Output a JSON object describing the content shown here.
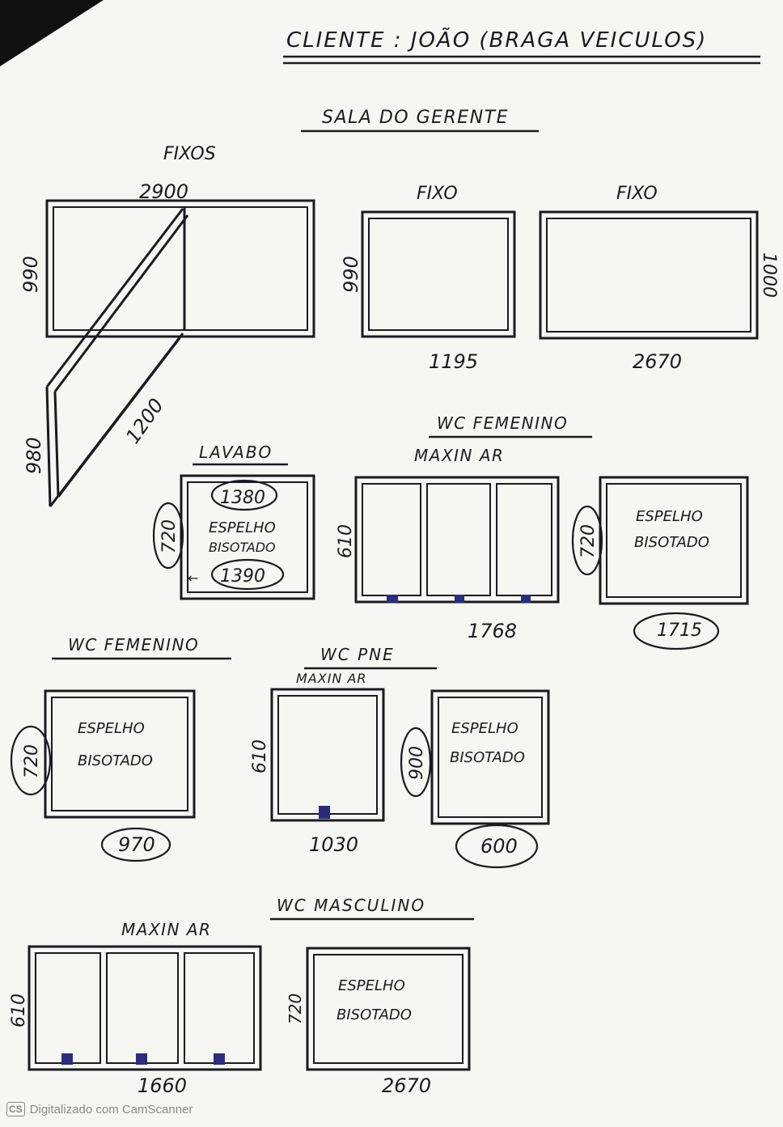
{
  "header": {
    "title": "CLIENTE : JOÃO (BRAGA VEICULOS)"
  },
  "sala": {
    "title": "SALA DO GERENTE",
    "fixos_label": "FIXOS",
    "fixos_width": "2900",
    "fixos_height": "990",
    "fixos_lower_height": "980",
    "fixos_diagonal": "1200",
    "fixo1_label": "FIXO",
    "fixo1_height": "990",
    "fixo1_width": "1195",
    "fixo2_label": "FIXO",
    "fixo2_height": "1000",
    "fixo2_width": "2670"
  },
  "lavabo": {
    "title": "LAVABO",
    "top_measure": "1380",
    "line1": "ESPELHO",
    "line2": "BISOTADO",
    "bottom_measure": "1390",
    "height": "720"
  },
  "wc_feminino_top": {
    "title": "WC FEMENINO",
    "maxin_label": "MAXIN AR",
    "maxin_height": "610",
    "maxin_width": "1768",
    "mirror_line1": "ESPELHO",
    "mirror_line2": "BISOTADO",
    "mirror_height": "720",
    "mirror_width": "1715"
  },
  "wc_feminino_left": {
    "title": "WC FEMENINO",
    "line1": "ESPELHO",
    "line2": "BISOTADO",
    "height": "720",
    "width": "970"
  },
  "wc_pne": {
    "title": "WC PNE",
    "maxin_label": "MAXIN AR",
    "maxin_height": "610",
    "maxin_width": "1030",
    "mirror_line1": "ESPELHO",
    "mirror_line2": "BISOTADO",
    "mirror_height": "900",
    "mirror_width": "600"
  },
  "wc_masculino": {
    "title": "WC MASCULINO",
    "maxin_label": "MAXIN AR",
    "maxin_height": "610",
    "maxin_width": "1660",
    "mirror_line1": "ESPELHO",
    "mirror_line2": "BISOTADO",
    "mirror_height": "720",
    "mirror_width": "2670"
  },
  "footer": {
    "logo": "CS",
    "text": "Digitalizado com CamScanner"
  },
  "colors": {
    "ink": "#1a1a22",
    "handle": "#2a2e7a",
    "paper": "#f6f6f2"
  }
}
